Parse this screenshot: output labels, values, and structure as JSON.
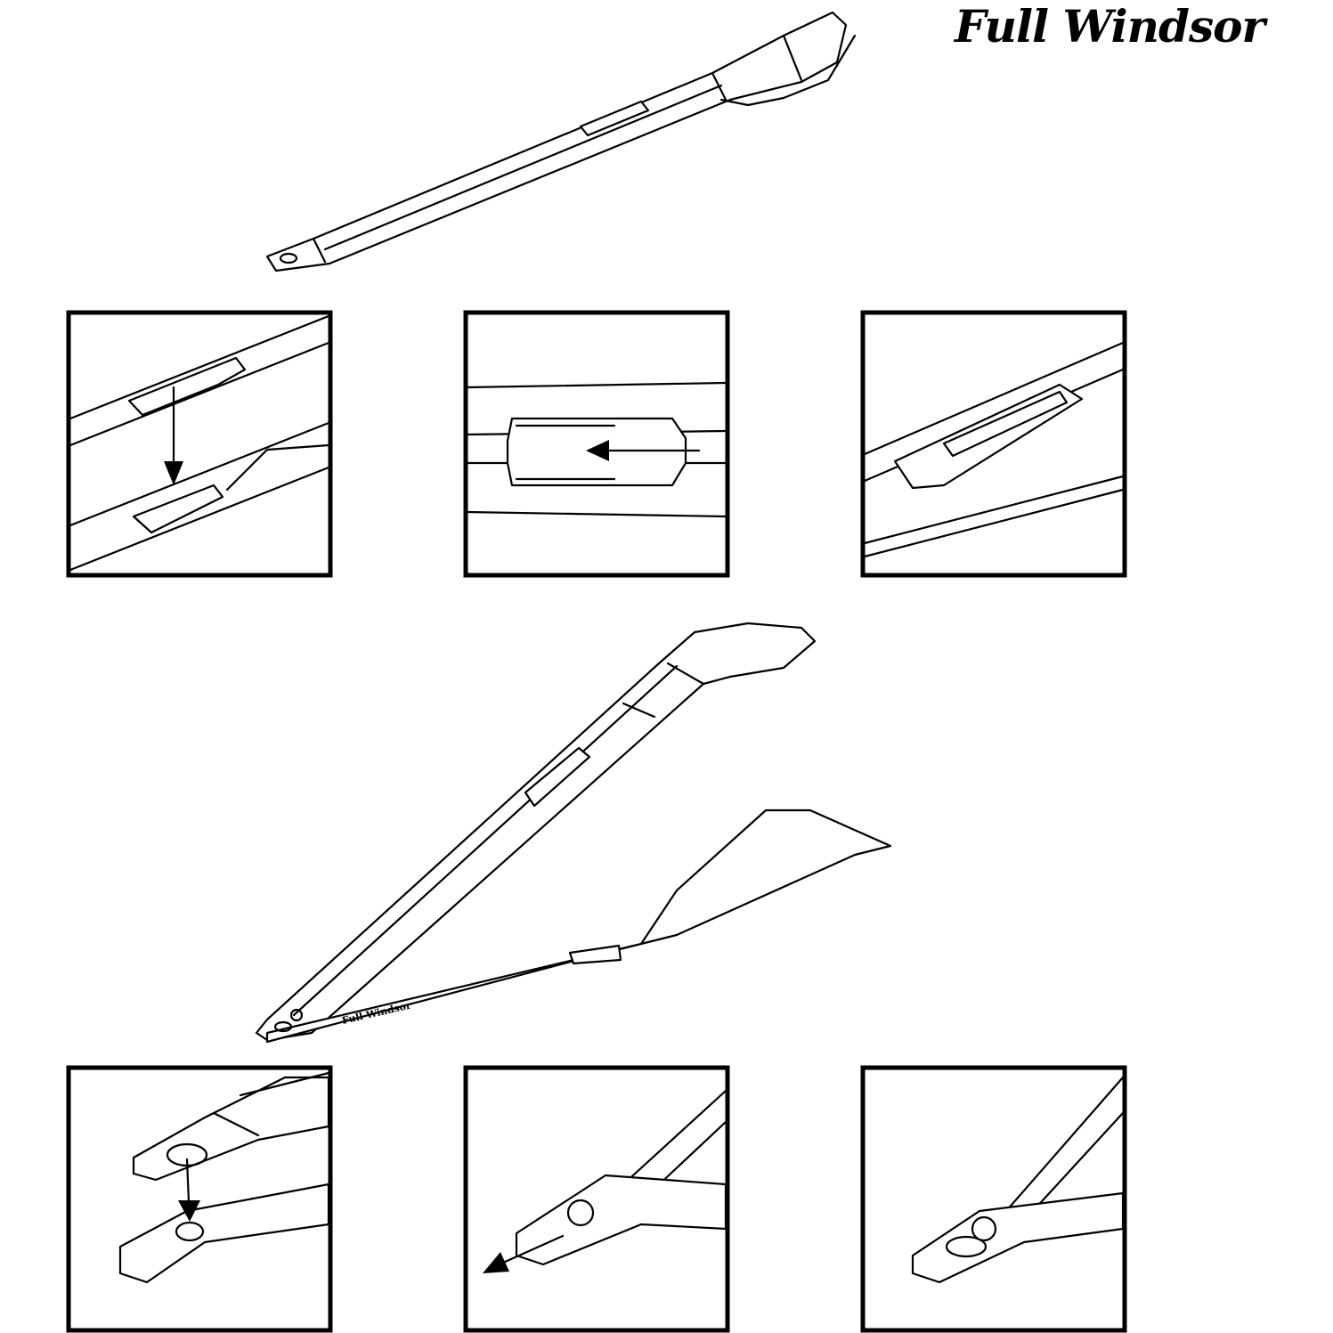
{
  "title": "Full Windsor",
  "embossed_logo_text": "Full Windsor",
  "colors": {
    "line": "#000000",
    "background": "#ffffff"
  },
  "panels": [
    {
      "step": "top-1",
      "icon": "arrow-down-icon"
    },
    {
      "step": "top-2",
      "icon": "arrow-left-icon"
    },
    {
      "step": "top-3",
      "icon": "none"
    },
    {
      "step": "bottom-1",
      "icon": "arrow-down-icon"
    },
    {
      "step": "bottom-2",
      "icon": "arrow-down-left-icon"
    },
    {
      "step": "bottom-3",
      "icon": "none"
    }
  ]
}
